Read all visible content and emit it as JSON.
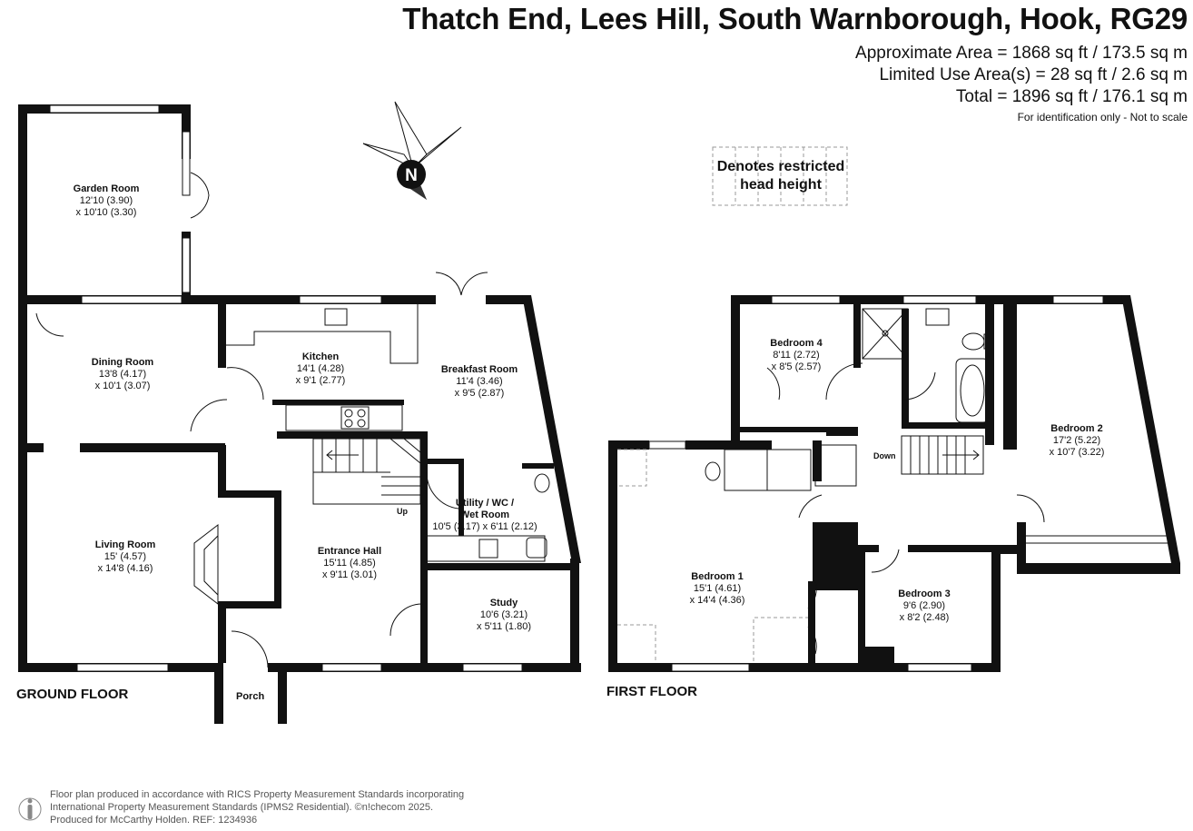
{
  "header": {
    "title": "Thatch End, Lees Hill, South Warnborough, Hook, RG29",
    "approx_area": "Approximate Area = 1868 sq ft / 173.5 sq m",
    "limited_area": "Limited Use Area(s) = 28 sq ft / 2.6 sq m",
    "total_area": "Total = 1896 sq ft / 176.1 sq m",
    "id_note": "For identification only - Not to scale"
  },
  "legend": {
    "restricted_line1": "Denotes restricted",
    "restricted_line2": "head height"
  },
  "compass": {
    "letter": "N"
  },
  "ground_floor": {
    "label": "GROUND FLOOR",
    "rooms": {
      "garden_room": {
        "name": "Garden Room",
        "dim1": "12'10 (3.90)",
        "dim2": "x 10'10 (3.30)"
      },
      "dining_room": {
        "name": "Dining Room",
        "dim1": "13'8 (4.17)",
        "dim2": "x 10'1 (3.07)"
      },
      "kitchen": {
        "name": "Kitchen",
        "dim1": "14'1 (4.28)",
        "dim2": "x 9'1 (2.77)"
      },
      "breakfast_room": {
        "name": "Breakfast Room",
        "dim1": "11'4 (3.46)",
        "dim2": "x 9'5 (2.87)"
      },
      "living_room": {
        "name": "Living Room",
        "dim1": "15' (4.57)",
        "dim2": "x 14'8 (4.16)"
      },
      "entrance_hall": {
        "name": "Entrance Hall",
        "dim1": "15'11 (4.85)",
        "dim2": "x 9'11 (3.01)"
      },
      "utility": {
        "name1": "Utility / WC /",
        "name2": "Wet Room",
        "dim1": "10'5 (3.17) x 6'11 (2.12)"
      },
      "study": {
        "name": "Study",
        "dim1": "10'6 (3.21)",
        "dim2": "x 5'11 (1.80)"
      }
    },
    "porch": "Porch",
    "stairs_up": "Up"
  },
  "first_floor": {
    "label": "FIRST FLOOR",
    "rooms": {
      "bedroom_1": {
        "name": "Bedroom 1",
        "dim1": "15'1 (4.61)",
        "dim2": "x 14'4 (4.36)"
      },
      "bedroom_2": {
        "name": "Bedroom 2",
        "dim1": "17'2 (5.22)",
        "dim2": "x 10'7 (3.22)"
      },
      "bedroom_3": {
        "name": "Bedroom 3",
        "dim1": "9'6 (2.90)",
        "dim2": "x 8'2 (2.48)"
      },
      "bedroom_4": {
        "name": "Bedroom 4",
        "dim1": "8'11 (2.72)",
        "dim2": "x 8'5 (2.57)"
      }
    },
    "stairs_down": "Down"
  },
  "footer": {
    "line1": "Floor plan produced in accordance with RICS Property Measurement Standards incorporating",
    "line2": "International Property Measurement Standards (IPMS2 Residential).  ©n!checom 2025.",
    "line3": "Produced for McCarthy Holden.   REF:  1234936"
  },
  "colors": {
    "wall": "#111111",
    "window": "#ffffff",
    "restricted": "#999999"
  }
}
